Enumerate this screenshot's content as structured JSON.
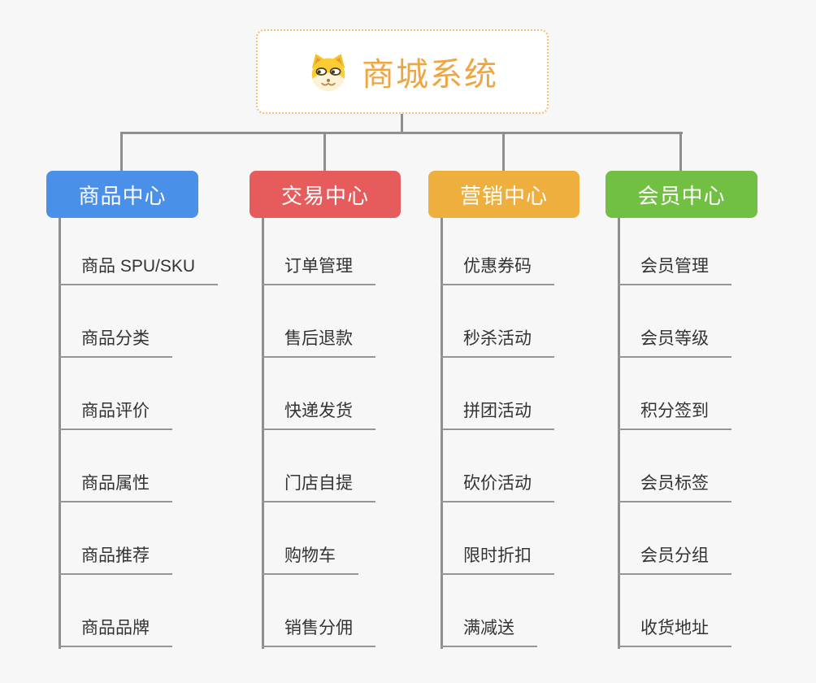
{
  "root": {
    "title": "商城系统",
    "icon": "dog-face-icon"
  },
  "branches": [
    {
      "label": "商品中心",
      "color": "#4a8fe8",
      "items": [
        "商品 SPU/SKU",
        "商品分类",
        "商品评价",
        "商品属性",
        "商品推荐",
        "商品品牌"
      ]
    },
    {
      "label": "交易中心",
      "color": "#e65c5c",
      "items": [
        "订单管理",
        "售后退款",
        "快递发货",
        "门店自提",
        "购物车",
        "销售分佣"
      ]
    },
    {
      "label": "营销中心",
      "color": "#eeaf3e",
      "items": [
        "优惠券码",
        "秒杀活动",
        "拼团活动",
        "砍价活动",
        "限时折扣",
        "满减送"
      ]
    },
    {
      "label": "会员中心",
      "color": "#72c043",
      "items": [
        "会员管理",
        "会员等级",
        "积分签到",
        "会员标签",
        "会员分组",
        "收货地址"
      ]
    }
  ],
  "colors": {
    "background": "#f7f7f7",
    "connector_line": "#8f8f8f",
    "leaf_underline": "#969696",
    "leaf_text": "#333333",
    "root_text": "#f0a640",
    "root_border": "#f3c271",
    "branch_text": "#ffffff"
  }
}
